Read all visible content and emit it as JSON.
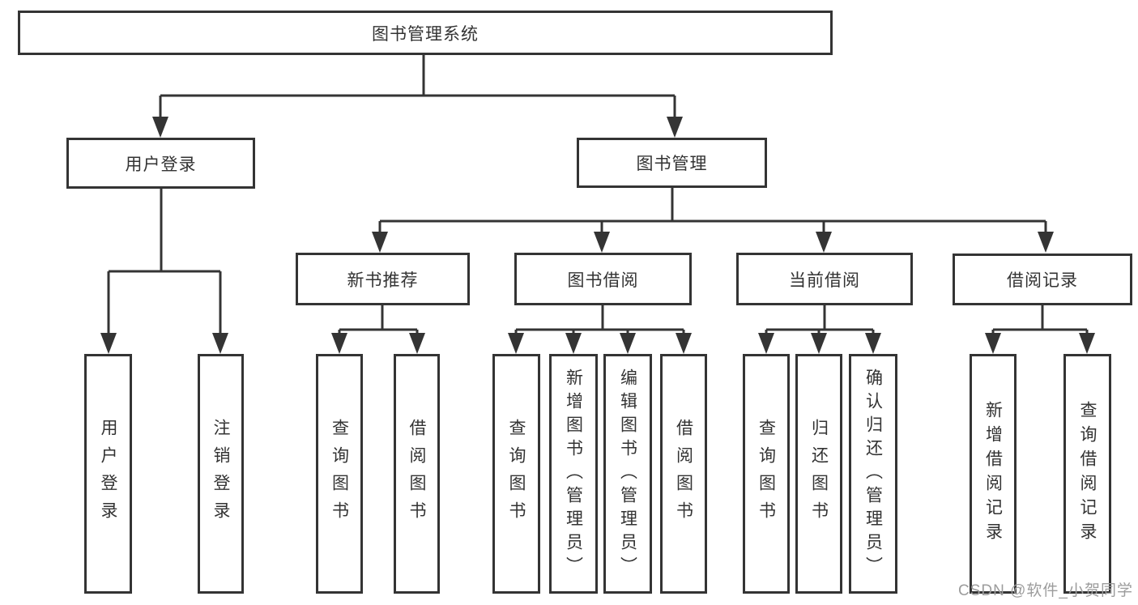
{
  "diagram": {
    "type": "hierarchy-tree",
    "title": "图书管理系统",
    "colors": {
      "border": "#343434",
      "connector": "#343434",
      "text": "#333333",
      "background": "#ffffff"
    },
    "nodes": {
      "root": "图书管理系统",
      "user_login": "用户登录",
      "book_mgmt": "图书管理",
      "new_book_rec": "新书推荐",
      "book_borrow": "图书借阅",
      "current_borrow": "当前借阅",
      "borrow_records": "借阅记录",
      "login_leaf": "用户登录",
      "logout_leaf": "注销登录",
      "rec_query": "查询图书",
      "rec_borrow": "借阅图书",
      "bb_query": "查询图书",
      "bb_add": "新增图书（管理员）",
      "bb_edit": "编辑图书（管理员）",
      "bb_borrow": "借阅图书",
      "cb_query": "查询图书",
      "cb_return": "归还图书",
      "cb_confirm": "确认归还（管理员）",
      "br_add": "新增借阅记录",
      "br_query": "查询借阅记录"
    },
    "structure": {
      "图书管理系统": {
        "用户登录": [
          "用户登录",
          "注销登录"
        ],
        "图书管理": {
          "新书推荐": [
            "查询图书",
            "借阅图书"
          ],
          "图书借阅": [
            "查询图书",
            "新增图书（管理员）",
            "编辑图书（管理员）",
            "借阅图书"
          ],
          "当前借阅": [
            "查询图书",
            "归还图书",
            "确认归还（管理员）"
          ],
          "借阅记录": [
            "新增借阅记录",
            "查询借阅记录"
          ]
        }
      }
    }
  },
  "watermark": {
    "text": "CSDN @软件_小贺同学",
    "color": "#9c9c9c"
  }
}
